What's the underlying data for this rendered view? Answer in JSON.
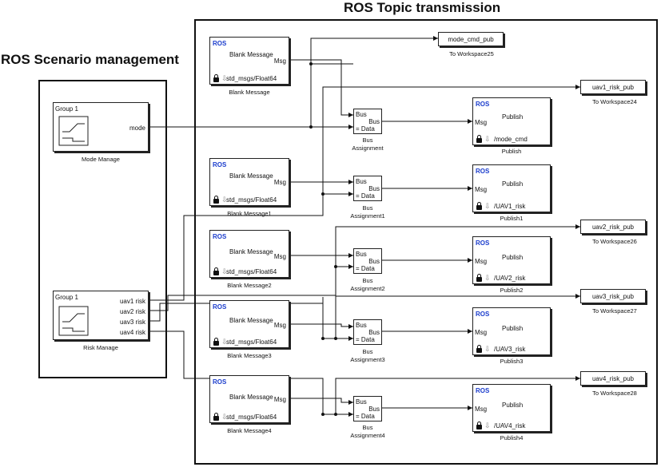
{
  "titles": {
    "transmission": "ROS Topic transmission",
    "management": "ROS Scenario management"
  },
  "mode_block": {
    "group": "Group 1",
    "port": "mode",
    "caption": "Mode Manage"
  },
  "risk_block": {
    "group": "Group 1",
    "ports": [
      "uav1 risk",
      "uav2 risk",
      "uav3 risk",
      "uav4 risk"
    ],
    "caption": "Risk Manage"
  },
  "blank_messages": [
    {
      "ros": "ROS",
      "label": "Blank Message",
      "port": "Msg",
      "type": "std_msgs/Float64",
      "caption": "Blank Message"
    },
    {
      "ros": "ROS",
      "label": "Blank Message",
      "port": "Msg",
      "type": "std_msgs/Float64",
      "caption": "Blank Message1"
    },
    {
      "ros": "ROS",
      "label": "Blank Message",
      "port": "Msg",
      "type": "std_msgs/Float64",
      "caption": "Blank Message2"
    },
    {
      "ros": "ROS",
      "label": "Blank Message",
      "port": "Msg",
      "type": "std_msgs/Float64",
      "caption": "Blank Message3"
    },
    {
      "ros": "ROS",
      "label": "Blank Message",
      "port": "Msg",
      "type": "std_msgs/Float64",
      "caption": "Blank Message4"
    }
  ],
  "bus_assignments": [
    {
      "in1": "Bus",
      "in2": "= Data",
      "out": "Bus",
      "caption1": "Bus",
      "caption2": "Assignment"
    },
    {
      "in1": "Bus",
      "in2": "= Data",
      "out": "Bus",
      "caption1": "Bus",
      "caption2": "Assignment1"
    },
    {
      "in1": "Bus",
      "in2": "= Data",
      "out": "Bus",
      "caption1": "Bus",
      "caption2": "Assignment2"
    },
    {
      "in1": "Bus",
      "in2": "= Data",
      "out": "Bus",
      "caption1": "Bus",
      "caption2": "Assignment3"
    },
    {
      "in1": "Bus",
      "in2": "= Data",
      "out": "Bus",
      "caption1": "Bus",
      "caption2": "Assignment4"
    }
  ],
  "publishers": [
    {
      "ros": "ROS",
      "label": "Publish",
      "port": "Msg",
      "topic": "/mode_cmd",
      "caption": "Publish"
    },
    {
      "ros": "ROS",
      "label": "Publish",
      "port": "Msg",
      "topic": "/UAV1_risk",
      "caption": "Publish1"
    },
    {
      "ros": "ROS",
      "label": "Publish",
      "port": "Msg",
      "topic": "/UAV2_risk",
      "caption": "Publish2"
    },
    {
      "ros": "ROS",
      "label": "Publish",
      "port": "Msg",
      "topic": "/UAV3_risk",
      "caption": "Publish3"
    },
    {
      "ros": "ROS",
      "label": "Publish",
      "port": "Msg",
      "topic": "/UAV4_risk",
      "caption": "Publish4"
    }
  ],
  "workspaces": [
    {
      "var": "mode_cmd_pub",
      "caption": "To Workspace25"
    },
    {
      "var": "uav1_risk_pub",
      "caption": "To Workspace24"
    },
    {
      "var": "uav2_risk_pub",
      "caption": "To Workspace26"
    },
    {
      "var": "uav3_risk_pub",
      "caption": "To Workspace27"
    },
    {
      "var": "uav4_risk_pub",
      "caption": "To Workspace28"
    }
  ]
}
